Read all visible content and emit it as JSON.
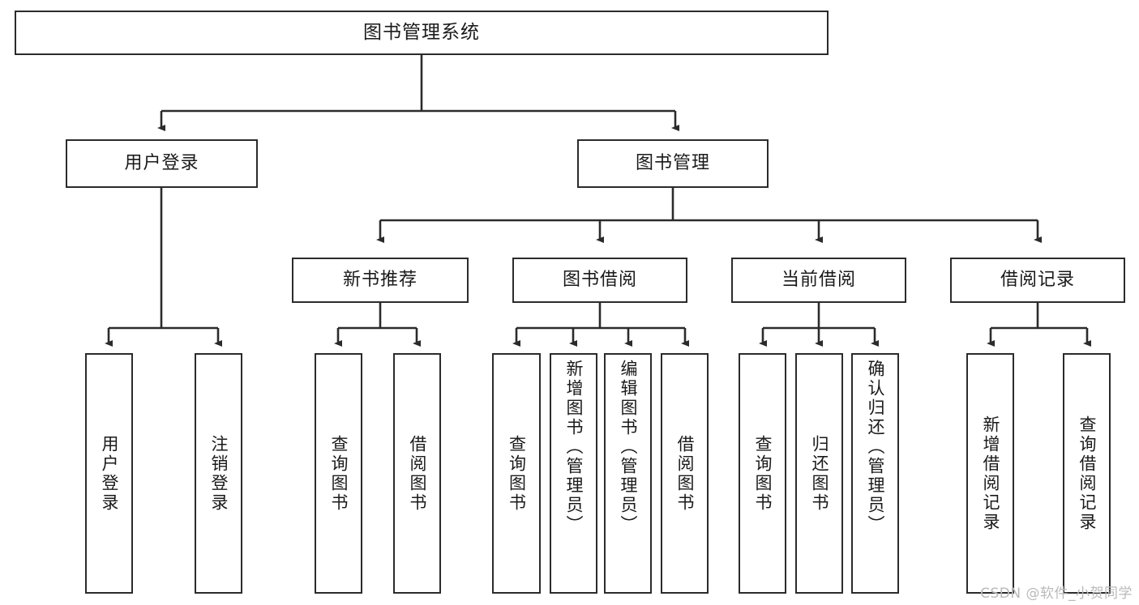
{
  "diagram": {
    "type": "tree",
    "title": "图书管理系统",
    "watermark": "CSDN @软件_小贺同学",
    "colors": {
      "stroke": "#2b2b2b",
      "fill": "#ffffff",
      "text": "#1a1a1a",
      "watermark": "#b9b9b9"
    },
    "levels": {
      "root": "图书管理系统",
      "level2": [
        "用户登录",
        "图书管理"
      ],
      "level3": [
        "新书推荐",
        "图书借阅",
        "当前借阅",
        "借阅记录"
      ]
    },
    "nodes": {
      "root": {
        "label": "图书管理系统"
      },
      "user_login": {
        "label": "用户登录"
      },
      "book_manage": {
        "label": "图书管理"
      },
      "new_book_rec": {
        "label": "新书推荐"
      },
      "book_borrow": {
        "label": "图书借阅"
      },
      "current_borrow": {
        "label": "当前借阅"
      },
      "borrow_record": {
        "label": "借阅记录"
      },
      "leaf_user_login": {
        "label": "用户登录"
      },
      "leaf_user_logout": {
        "label": "注销登录"
      },
      "leaf_rec_query": {
        "label": "查询图书"
      },
      "leaf_rec_borrow": {
        "label": "借阅图书"
      },
      "leaf_borrow_query": {
        "label": "查询图书"
      },
      "leaf_borrow_add": {
        "label": "新增图书（管理员）"
      },
      "leaf_borrow_edit": {
        "label": "编辑图书（管理员）"
      },
      "leaf_borrow_lend": {
        "label": "借阅图书"
      },
      "leaf_cur_query": {
        "label": "查询图书"
      },
      "leaf_cur_return": {
        "label": "归还图书"
      },
      "leaf_cur_confirm": {
        "label": "确认归还（管理员）"
      },
      "leaf_rec_add": {
        "label": "新增借阅记录"
      },
      "leaf_rec_search": {
        "label": "查询借阅记录"
      }
    },
    "edges": [
      {
        "from": "root",
        "to": "user_login"
      },
      {
        "from": "root",
        "to": "book_manage"
      },
      {
        "from": "user_login",
        "to": "leaf_user_login"
      },
      {
        "from": "user_login",
        "to": "leaf_user_logout"
      },
      {
        "from": "book_manage",
        "to": "new_book_rec"
      },
      {
        "from": "book_manage",
        "to": "book_borrow"
      },
      {
        "from": "book_manage",
        "to": "current_borrow"
      },
      {
        "from": "book_manage",
        "to": "borrow_record"
      },
      {
        "from": "new_book_rec",
        "to": "leaf_rec_query"
      },
      {
        "from": "new_book_rec",
        "to": "leaf_rec_borrow"
      },
      {
        "from": "book_borrow",
        "to": "leaf_borrow_query"
      },
      {
        "from": "book_borrow",
        "to": "leaf_borrow_add"
      },
      {
        "from": "book_borrow",
        "to": "leaf_borrow_edit"
      },
      {
        "from": "book_borrow",
        "to": "leaf_borrow_lend"
      },
      {
        "from": "current_borrow",
        "to": "leaf_cur_query"
      },
      {
        "from": "current_borrow",
        "to": "leaf_cur_return"
      },
      {
        "from": "current_borrow",
        "to": "leaf_cur_confirm"
      },
      {
        "from": "borrow_record",
        "to": "leaf_rec_add"
      },
      {
        "from": "borrow_record",
        "to": "leaf_rec_search"
      }
    ]
  }
}
